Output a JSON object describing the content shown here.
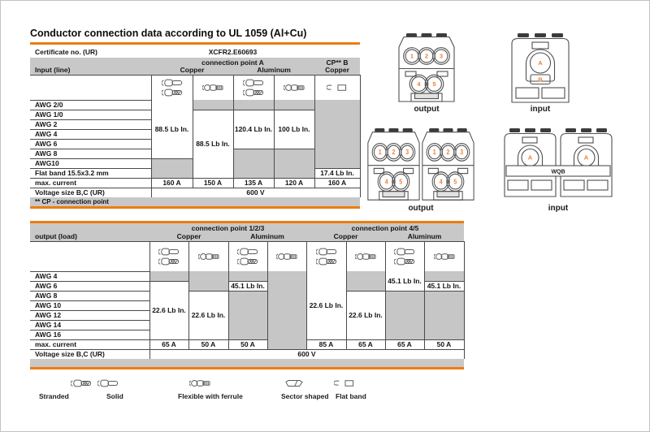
{
  "page": {
    "title": "Conductor connection data according to UL 1059 (Al+Cu)"
  },
  "table1": {
    "certificate_label": "Certificate no. (UR)",
    "certificate_value": "XCFR2.E60693",
    "group_headers": [
      "connection point A",
      "CP** B"
    ],
    "row_header": "Input (line)",
    "metal_headers": [
      "Copper",
      "Aluminum",
      "Copper"
    ],
    "column_icons": [
      [
        "solid",
        "stranded"
      ],
      [
        "ferrule"
      ],
      [
        "solid",
        "stranded"
      ],
      [
        "ferrule"
      ],
      [
        "flatband"
      ]
    ],
    "wire_rows": [
      "AWG 2/0",
      "AWG 1/0",
      "AWG 2",
      "AWG 4",
      "AWG 6",
      "AWG 8",
      "AWG10",
      "Flat band 15.5x3.2 mm"
    ],
    "torque_cells": [
      {
        "col": 0,
        "from": 0,
        "to": 5,
        "value": "88.5 Lb In."
      },
      {
        "col": 1,
        "from": 1,
        "to": 7,
        "value": "88.5 Lb In."
      },
      {
        "col": 2,
        "from": 1,
        "to": 4,
        "value": "120.4 Lb In."
      },
      {
        "col": 3,
        "from": 1,
        "to": 4,
        "value": "100 Lb In."
      },
      {
        "col": 4,
        "from": 7,
        "to": 7,
        "value": "17.4 Lb In."
      }
    ],
    "max_current_label": "max. current",
    "max_current": [
      "160 A",
      "150 A",
      "135 A",
      "120 A",
      "160 A"
    ],
    "voltage_label": "Voltage size B,C (UR)",
    "voltage_value": "600 V",
    "footnote": "** CP - connection point"
  },
  "table2": {
    "group_headers": [
      "connection point 1/2/3",
      "connection point 4/5"
    ],
    "row_header": "output (load)",
    "metal_headers": [
      "Copper",
      "Aluminum",
      "Copper",
      "Aluminum"
    ],
    "column_icons": [
      [
        "solid",
        "stranded"
      ],
      [
        "ferrule"
      ],
      [
        "solid",
        "stranded"
      ],
      [
        "ferrule"
      ],
      [
        "solid",
        "stranded"
      ],
      [
        "ferrule"
      ],
      [
        "solid",
        "stranded"
      ],
      [
        "ferrule"
      ]
    ],
    "wire_rows": [
      "AWG 4",
      "AWG 6",
      "AWG 8",
      "AWG 10",
      "AWG 12",
      "AWG 14",
      "AWG 16"
    ],
    "torque_cells": [
      {
        "col": 0,
        "from": 1,
        "to": 6,
        "value": "22.6 Lb In."
      },
      {
        "col": 1,
        "from": 2,
        "to": 6,
        "value": "22.6 Lb In."
      },
      {
        "col": 2,
        "from": 1,
        "to": 1,
        "value": "45.1 Lb In."
      },
      {
        "col": 4,
        "from": 0,
        "to": 6,
        "value": "22.6 Lb In."
      },
      {
        "col": 5,
        "from": 2,
        "to": 6,
        "value": "22.6 Lb In."
      },
      {
        "col": 6,
        "from": 0,
        "to": 1,
        "value": "45.1 Lb In."
      },
      {
        "col": 7,
        "from": 1,
        "to": 1,
        "value": "45.1 Lb In."
      }
    ],
    "max_current_label": "max. current",
    "max_current": [
      "65 A",
      "50 A",
      "50 A",
      null,
      "85 A",
      "65 A",
      "65 A",
      "50 A"
    ],
    "voltage_label": "Voltage size B,C (UR)",
    "voltage_value": "600 V"
  },
  "legend": {
    "items": [
      {
        "icon": "stranded",
        "label": "Stranded"
      },
      {
        "icon": "solid",
        "label": "Solid"
      },
      {
        "icon": "ferrule",
        "label": "Flexible with ferrule"
      },
      {
        "icon": "sector",
        "label": "Sector shaped"
      },
      {
        "icon": "flatband",
        "label": "Flat band"
      }
    ]
  },
  "diagrams": {
    "output_single": {
      "label": "output",
      "ports_top": [
        "1",
        "2",
        "3"
      ],
      "ports_bottom": [
        "4",
        "5"
      ]
    },
    "input_single": {
      "label": "input",
      "port_top": "A",
      "port_bottom": "B"
    },
    "output_pair": {
      "label": "output",
      "ports_top": [
        "1",
        "2",
        "3"
      ],
      "ports_bottom": [
        "4",
        "5"
      ]
    },
    "input_pair": {
      "label": "input",
      "port": "A",
      "bridge_label": "WQB"
    }
  },
  "colors": {
    "accent_orange": "#ee7c0e",
    "port_label_orange": "#f07d32",
    "header_gray": "#c8c8c8",
    "blocked_cell_gray": "#c6c6c6"
  }
}
